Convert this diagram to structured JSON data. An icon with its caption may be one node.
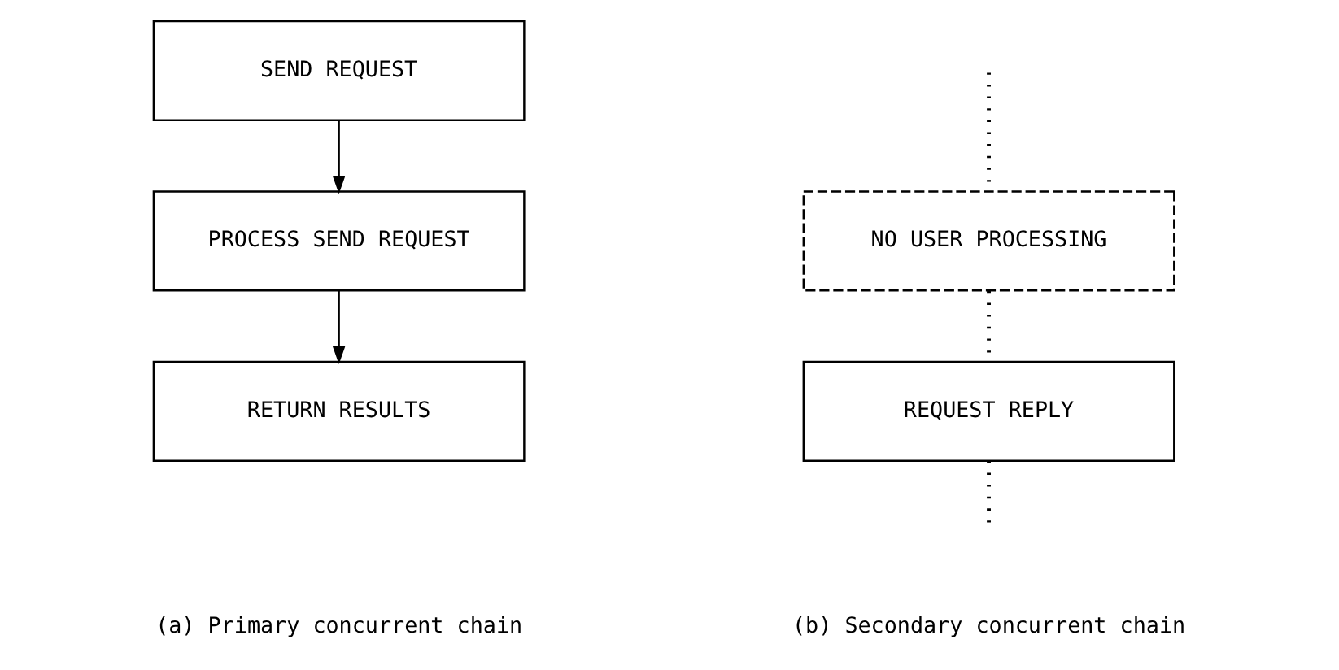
{
  "diagram": {
    "nodes": [
      {
        "text": [
          "SEND REQUEST"
        ]
      },
      {
        "text": [
          "PROCESS SEND REQUEST"
        ]
      },
      {
        "text": [
          "RETURN RESULTS"
        ]
      },
      {
        "text": [
          "NO USER PROCESSING"
        ]
      },
      {
        "text": [
          "REQUEST REPLY"
        ]
      }
    ],
    "edges": [
      {
        "from": 0,
        "to": 1,
        "arrow": "to"
      },
      {
        "from": 1,
        "to": 2,
        "arrow": "to"
      },
      {
        "from": null,
        "to": 3,
        "arrow": "none",
        "style": "dashed"
      },
      {
        "from": 3,
        "to": 4,
        "arrow": "none",
        "style": "dashed"
      },
      {
        "from": 4,
        "to": null,
        "arrow": "none",
        "style": "dashed"
      }
    ],
    "labels": [
      "(a) Primary concurrent chain",
      "(b) Secondary concurrent chain"
    ]
  }
}
